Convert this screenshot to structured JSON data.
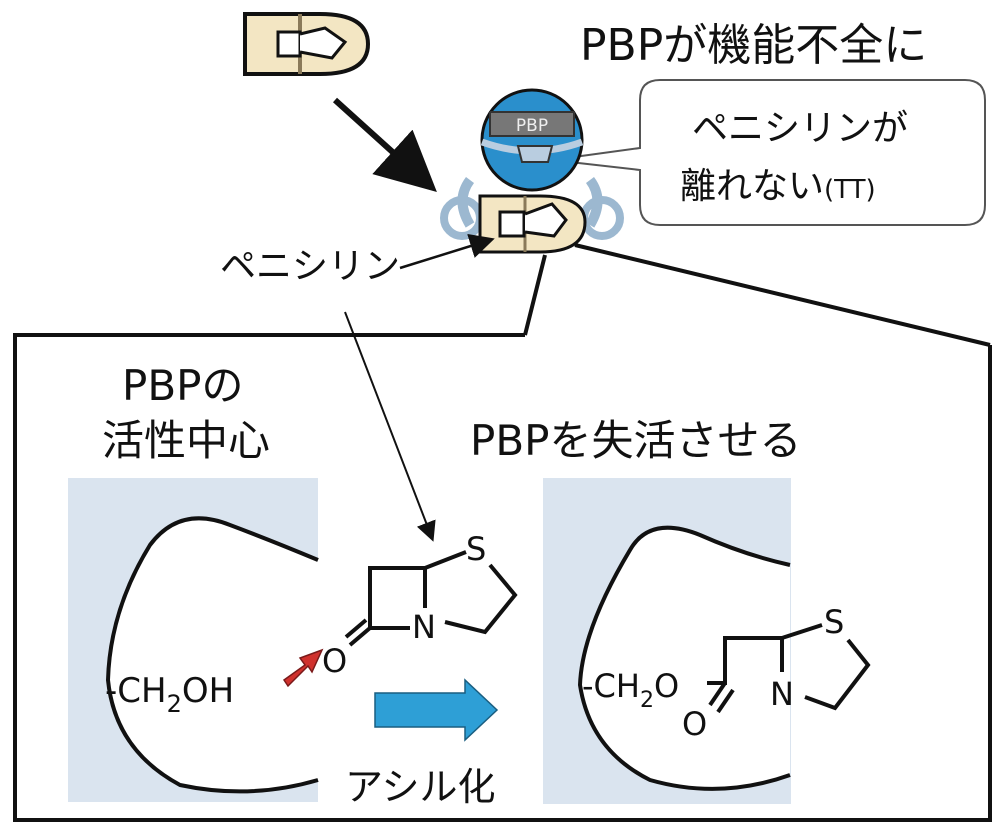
{
  "title": "PBPが機能不全に",
  "bubble": {
    "line1": "ペニシリンが",
    "line2": "離れない",
    "emoticon": "(TT)"
  },
  "robot_label": "PBP",
  "penicillin_label": "ペニシリン",
  "left_heading": {
    "line1": "PBPの",
    "line2": "活性中心"
  },
  "right_heading": "PBPを失活させる",
  "left_panel": {
    "group": "-CH",
    "sub": "2",
    "group_end": "OH",
    "atoms": {
      "s": "S",
      "n": "N",
      "o": "O"
    }
  },
  "right_panel": {
    "group": "-CH",
    "sub": "2",
    "group_end": "O",
    "atoms": {
      "s": "S",
      "n": "N",
      "o": "O"
    }
  },
  "reaction_label": "アシル化",
  "colors": {
    "panel_bg": "#dae4ef",
    "robot_blue": "#2a8fcc",
    "reaction_arrow": "#2e9fd6",
    "attack_arrow": "#d0312d",
    "pill": "#f3e6c3"
  }
}
